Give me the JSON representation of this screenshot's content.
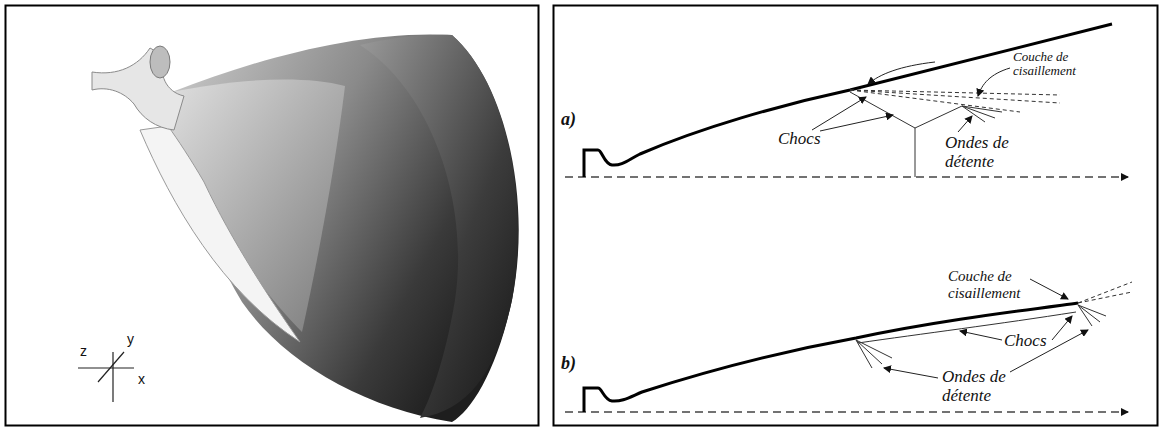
{
  "diagram": {
    "labels": [
      "z",
      "y",
      "x",
      "a)",
      "Couche de cisaillement",
      "Chocs",
      "Ondes de détente",
      "b)",
      "Couche de cisaillement",
      "Chocs",
      "Ondes de détente"
    ]
  }
}
